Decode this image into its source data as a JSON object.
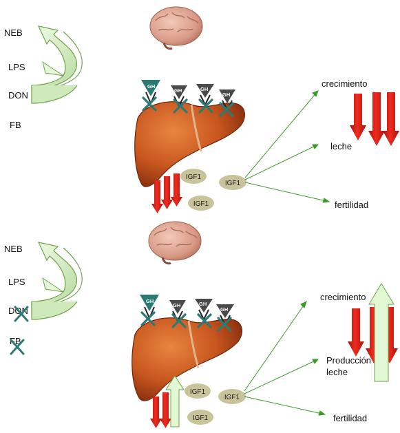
{
  "colors": {
    "down_arrow_red": "#e1231b",
    "up_arrow_green": "#d8f4c8",
    "green_arrow_edge": "#6fa34a",
    "line_green": "#3d9a2b",
    "cross_teal": "#2b7a74",
    "igf_ellipse": "#c8c39a",
    "gh_triangle": "#4a4a4a",
    "liver_fill": "#c8561f"
  },
  "top": {
    "factors": [
      "NEB",
      "LPS",
      "DON",
      "FB"
    ],
    "receptors": [
      "GH",
      "GH",
      "GH",
      "GH"
    ],
    "igf": [
      "IGF1",
      "IGF1",
      "IGF1"
    ],
    "outcomes": [
      "crecimiento",
      "leche",
      "fertilidad"
    ]
  },
  "bottom": {
    "factors": [
      "NEB",
      "LPS",
      "DON",
      "FB"
    ],
    "receptors": [
      "GH",
      "GH",
      "GH",
      "GH"
    ],
    "igf": [
      "IGF1",
      "IGF1",
      "IGF1"
    ],
    "outcomes": [
      "crecimiento",
      "Producción",
      "leche",
      "fertilidad"
    ]
  }
}
